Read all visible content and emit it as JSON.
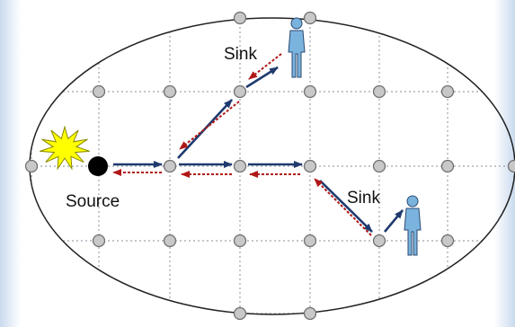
{
  "diagram": {
    "labels": {
      "source": "Source",
      "sink_top": "Sink",
      "sink_bottom": "Sink"
    },
    "colors": {
      "forward_arrow": "#1f3a6e",
      "reverse_arrow": "#b01818",
      "node_fill": "#c8c8c8",
      "node_stroke": "#707070",
      "grid": "#9aa3ad",
      "boundary": "#222222",
      "source_node": "#000000",
      "event_burst": "#ffff00",
      "person_body": "#7ab3de"
    },
    "icons": [
      "explosion-burst-icon",
      "person-icon"
    ]
  }
}
